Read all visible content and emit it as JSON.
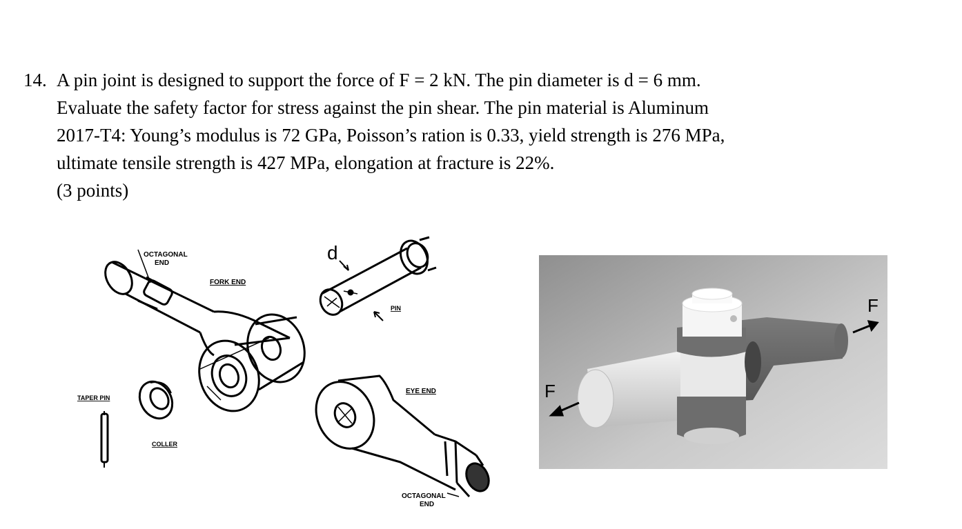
{
  "question": {
    "number": "14.",
    "lines": [
      "A pin joint is designed to support the force of F = 2 kN. The pin diameter is d = 6 mm.",
      "Evaluate the safety factor for stress against the pin shear. The pin material is Aluminum",
      "2017-T4: Young’s modulus is 72 GPa, Poisson’s ration is 0.33, yield strength is 276 MPa,",
      "ultimate tensile strength is 427 MPa, elongation at fracture is 22%.",
      "(3 points)"
    ]
  },
  "drawing": {
    "labels": {
      "octagonal_top_1": "OCTAGONAL",
      "octagonal_top_2": "END",
      "fork_end": "FORK END",
      "d": "d",
      "pin": "PIN",
      "taper_pin": "TAPER PIN",
      "coller": "COLLER",
      "eye_end": "EYE END",
      "octagonal_bottom_1": "OCTAGONAL",
      "octagonal_bottom_2": "END"
    }
  },
  "render": {
    "force_left": "F",
    "force_right": "F"
  }
}
